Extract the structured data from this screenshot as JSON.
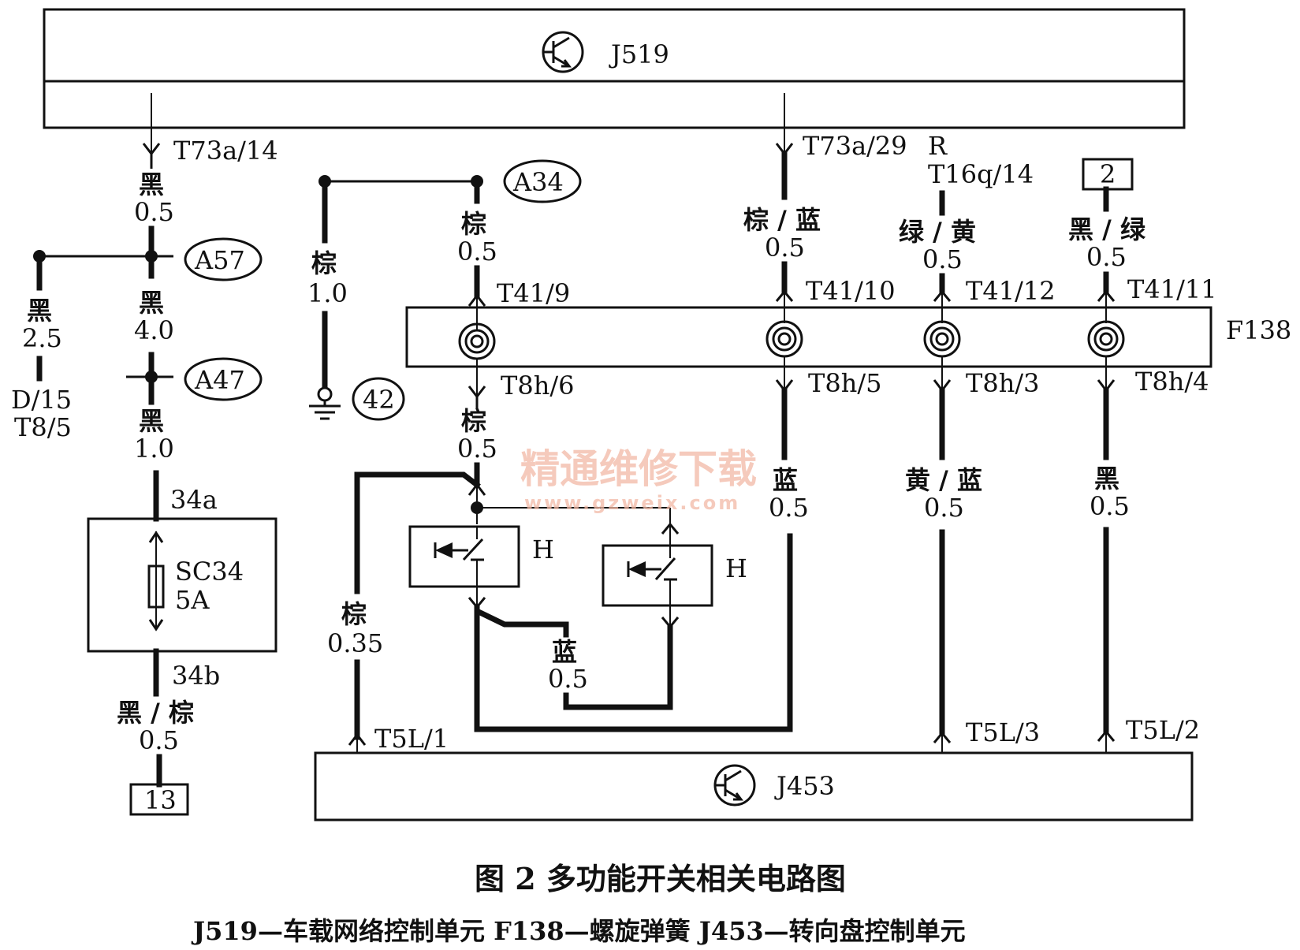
{
  "modules": {
    "j519": "J519",
    "j453": "J453",
    "f138": "F138"
  },
  "wires": {
    "left_t73a14": "T73a/14",
    "left_top_color": "黑",
    "left_top_size": "0.5",
    "a57": "A57",
    "a47": "A47",
    "branch_color": "黑",
    "branch_size": "2.5",
    "branch_pin1": "D/15",
    "branch_pin2": "T8/5",
    "mid_color": "黑",
    "mid_size": "4.0",
    "low_color": "黑",
    "low_size": "1.0",
    "pin_34a": "34a",
    "fuse_name": "SC34",
    "fuse_rating": "5A",
    "pin_34b": "34b",
    "bottom_color": "黑 / 棕",
    "bottom_size": "0.5",
    "box_13": "13",
    "ground_color": "棕",
    "ground_size": "1.0",
    "ground_point": "42",
    "a34": "A34",
    "c1_top_color": "棕",
    "c1_top_size": "0.5",
    "t41_9": "T41/9",
    "t8h_6": "T8h/6",
    "c1_bot_color": "棕",
    "c1_bot_size": "0.5",
    "horn1": "H",
    "horn2": "H",
    "left_loop_color": "棕",
    "left_loop_size": "0.35",
    "t5l_1": "T5L/1",
    "blue_loop_color": "蓝",
    "blue_loop_size": "0.5",
    "t73a29": "T73a/29",
    "c2_top_color": "棕 / 蓝",
    "c2_top_size": "0.5",
    "t41_10": "T41/10",
    "t8h_5": "T8h/5",
    "c2_bot_color": "蓝",
    "c2_bot_size": "0.5",
    "r_label": "R",
    "t16q14": "T16q/14",
    "c3_top_color": "绿 / 黄",
    "c3_top_size": "0.5",
    "t41_12": "T41/12",
    "t8h_3": "T8h/3",
    "c3_bot_color": "黄 / 蓝",
    "c3_bot_size": "0.5",
    "t5l_3": "T5L/3",
    "box_2": "2",
    "c4_top_color": "黑 / 绿",
    "c4_top_size": "0.5",
    "t41_11": "T41/11",
    "t8h_4": "T8h/4",
    "c4_bot_color": "黑",
    "c4_bot_size": "0.5",
    "t5l_2": "T5L/2"
  },
  "watermark": {
    "cn": "精通维修下载",
    "url": "www.gzweix.com"
  },
  "caption": {
    "title": "图 2  多功能开关相关电路图",
    "legend": "J519—车载网络控制单元    F138—螺旋弹簧    J453—转向盘控制单元"
  }
}
